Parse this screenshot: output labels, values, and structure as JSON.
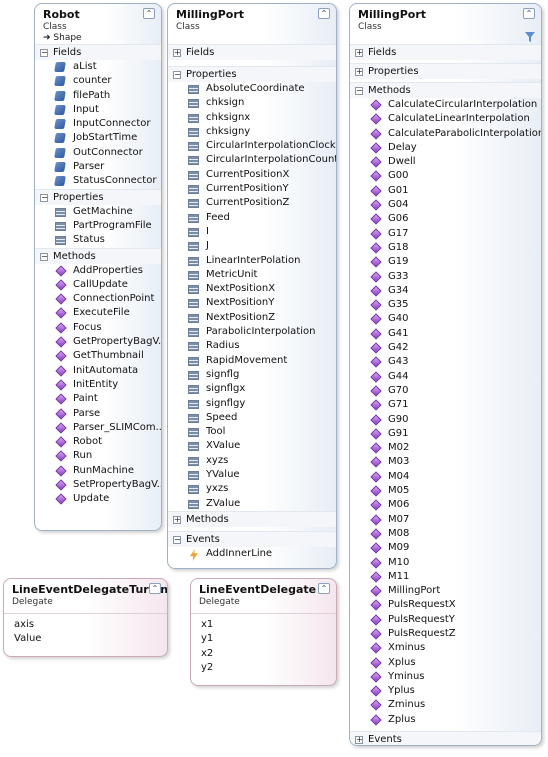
{
  "robot": {
    "name": "Robot",
    "kind": "Class",
    "base": "➜ Shape",
    "collapse": "⌃",
    "fields_label": "Fields",
    "fields": [
      "aList",
      "counter",
      "filePath",
      "Input",
      "InputConnector",
      "JobStartTime",
      "OutConnector",
      "Parser",
      "StatusConnector"
    ],
    "properties_label": "Properties",
    "properties": [
      "GetMachine",
      "PartProgramFile",
      "Status"
    ],
    "methods_label": "Methods",
    "methods": [
      "AddProperties",
      "CallUpdate",
      "ConnectionPoint",
      "ExecuteFile",
      "Focus",
      "GetPropertyBagV...",
      "GetThumbnail",
      "InitAutomata",
      "InitEntity",
      "Paint",
      "Parse",
      "Parser_SLIMCom...",
      "Robot",
      "Run",
      "RunMachine",
      "SetPropertyBagV...",
      "Update"
    ]
  },
  "milling1": {
    "name": "MillingPort",
    "kind": "Class",
    "collapse": "⌃",
    "fields_label": "Fields",
    "properties_label": "Properties",
    "properties": [
      "AbsoluteCoordinate",
      "chksign",
      "chksignx",
      "chksigny",
      "CircularInterpolationClock...",
      "CircularInterpolationCount...",
      "CurrentPositionX",
      "CurrentPositionY",
      "CurrentPositionZ",
      "Feed",
      "I",
      "J",
      "LinearInterPolation",
      "MetricUnit",
      "NextPositionX",
      "NextPositionY",
      "NextPositionZ",
      "ParabolicInterpolation",
      "Radius",
      "RapidMovement",
      "signflg",
      "signflgx",
      "signflgy",
      "Speed",
      "Tool",
      "XValue",
      "xyzs",
      "YValue",
      "yxzs",
      "ZValue"
    ],
    "methods_label": "Methods",
    "events_label": "Events",
    "events": [
      "AddInnerLine"
    ]
  },
  "milling2": {
    "name": "MillingPort",
    "kind": "Class",
    "collapse": "⌃",
    "fields_label": "Fields",
    "properties_label": "Properties",
    "methods_label": "Methods",
    "methods": [
      "CalculateCircularInterpolation",
      "CalculateLinearInterpolation",
      "CalculateParabolicInterpolation",
      "Delay",
      "Dwell",
      "G00",
      "G01",
      "G04",
      "G06",
      "G17",
      "G18",
      "G19",
      "G33",
      "G34",
      "G35",
      "G40",
      "G41",
      "G42",
      "G43",
      "G44",
      "G70",
      "G71",
      "G90",
      "G91",
      "M02",
      "M03",
      "M04",
      "M05",
      "M06",
      "M07",
      "M08",
      "M09",
      "M10",
      "M11",
      "MillingPort",
      "PulsRequestX",
      "PulsRequestY",
      "PulsRequestZ",
      "Xminus",
      "Xplus",
      "Yminus",
      "Yplus",
      "Zminus",
      "Zplus"
    ],
    "events_label": "Events"
  },
  "delegate_turning": {
    "name": "LineEventDelegateTurning",
    "kind": "Delegate",
    "collapse": "⌃",
    "params": [
      "axis",
      "Value"
    ]
  },
  "delegate": {
    "name": "LineEventDelegate",
    "kind": "Delegate",
    "collapse": "⌃",
    "params": [
      "x1",
      "y1",
      "x2",
      "y2"
    ]
  },
  "toggles": {
    "expanded": "−",
    "collapsed": "+"
  },
  "colors": {
    "class_border": "#9fb2c8",
    "delegate_border": "#c9aab8",
    "method_icon": "#8a3fc3",
    "field_icon": "#2f5aa2"
  }
}
